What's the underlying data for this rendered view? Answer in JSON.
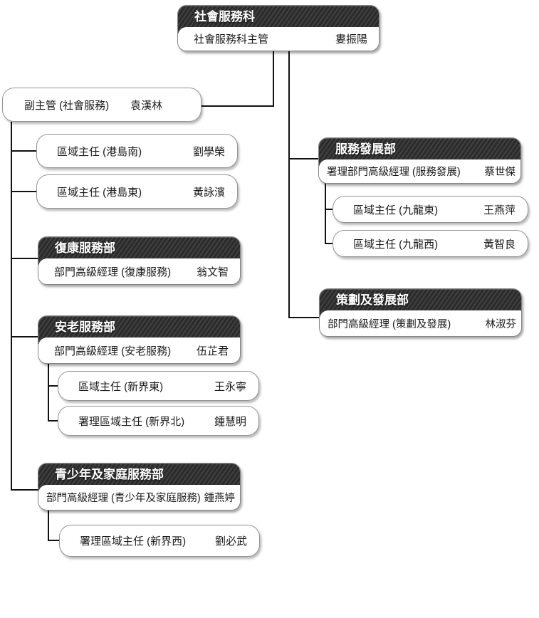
{
  "org": {
    "boxes": {
      "root": {
        "title": "社會服務科",
        "role": "社會服務科主管",
        "name": "婁振陽"
      },
      "deputy": {
        "role": "副主管 (社會服務)",
        "name": "袁漢林"
      },
      "hk_south": {
        "role": "區域主任 (港島南)",
        "name": "劉學榮"
      },
      "hk_east": {
        "role": "區域主任 (港島東)",
        "name": "黃詠濱"
      },
      "rehab": {
        "title": "復康服務部",
        "role": "部門高級經理 (復康服務)",
        "name": "翁文智"
      },
      "elderly": {
        "title": "安老服務部",
        "role": "部門高級經理 (安老服務)",
        "name": "伍芷君"
      },
      "nt_east": {
        "role": "區域主任 (新界東)",
        "name": "王永寧"
      },
      "nt_north": {
        "role": "署理區域主任 (新界北)",
        "name": "鍾慧明"
      },
      "youth": {
        "title": "青少年及家庭服務部",
        "role": "部門高級經理 (青少年及家庭服務)",
        "name": "鍾燕婷"
      },
      "nt_west": {
        "role": "署理區域主任 (新界西)",
        "name": "劉必武"
      },
      "svc_dev": {
        "title": "服務發展部",
        "role": "署理部門高級經理 (服務發展)",
        "name": "蔡世傑"
      },
      "kln_east": {
        "role": "區域主任 (九龍東)",
        "name": "王燕萍"
      },
      "kln_west": {
        "role": "區域主任 (九龍西)",
        "name": "黃智良"
      },
      "planning": {
        "title": "策劃及發展部",
        "role": "部門高級經理 (策劃及發展)",
        "name": "林淑芬"
      }
    },
    "colors": {
      "header_bg": "#2b2b2b",
      "header_stripe": "#454545",
      "header_text": "#ffffff",
      "box_border": "#8c8c8c",
      "connector": "#111111",
      "body_text": "#1a1a1a",
      "background": "#ffffff"
    }
  }
}
